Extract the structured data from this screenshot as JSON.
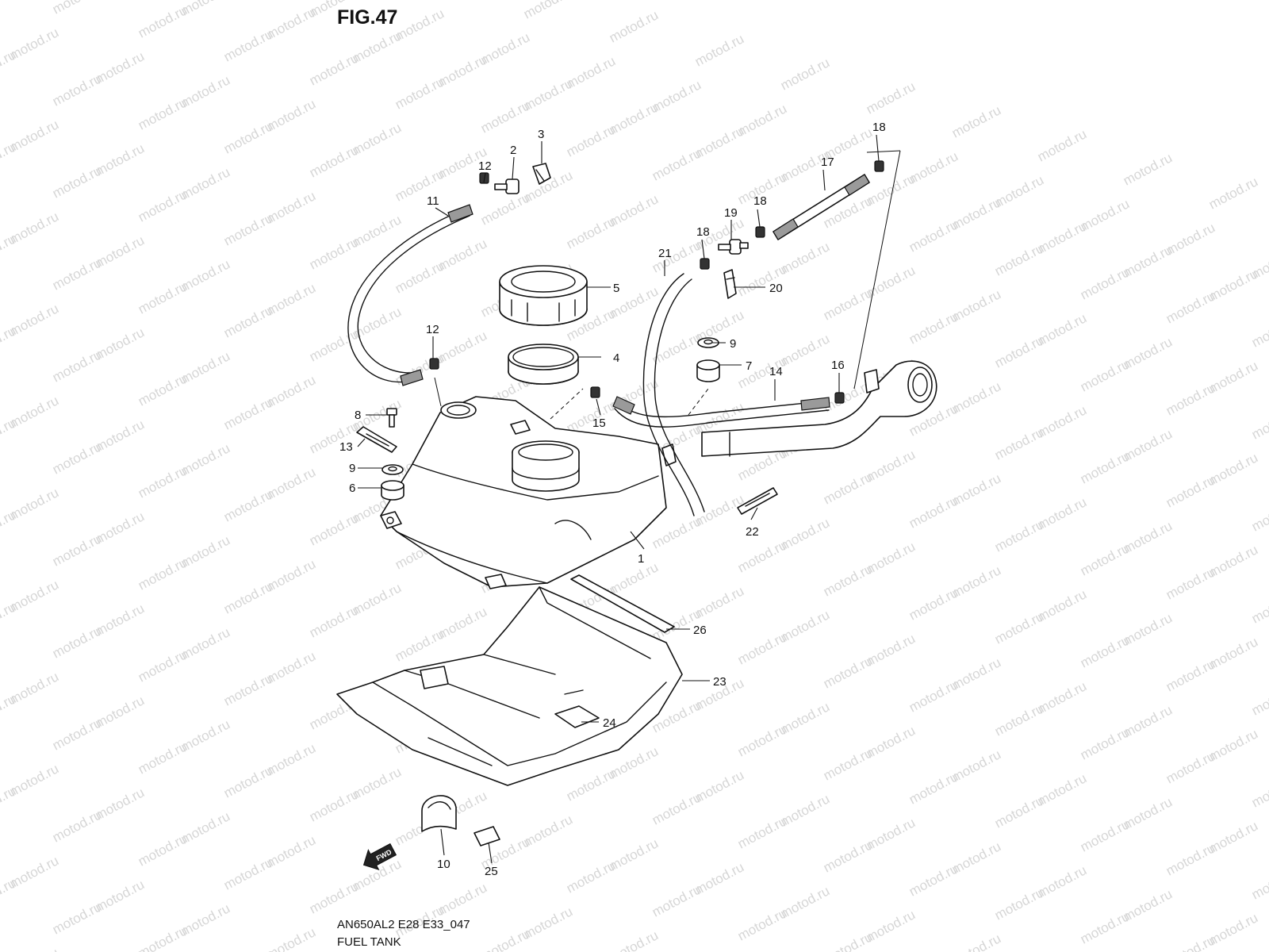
{
  "figure": {
    "title": "FIG.47",
    "model_code": "AN650AL2 E28 E33_047",
    "name": "FUEL TANK",
    "watermark": "motod.ru",
    "fwd_label": "FWD"
  },
  "callouts": {
    "c1": "1",
    "c2": "2",
    "c3": "3",
    "c4": "4",
    "c5": "5",
    "c6": "6",
    "c7": "7",
    "c8": "8",
    "c9a": "9",
    "c9b": "9",
    "c10": "10",
    "c11": "11",
    "c12a": "12",
    "c12b": "12",
    "c13": "13",
    "c14": "14",
    "c15": "15",
    "c16": "16",
    "c17": "17",
    "c18a": "18",
    "c18b": "18",
    "c18c": "18",
    "c19": "19",
    "c20": "20",
    "c21": "21",
    "c22": "22",
    "c23": "23",
    "c24": "24",
    "c25": "25",
    "c26": "26"
  }
}
